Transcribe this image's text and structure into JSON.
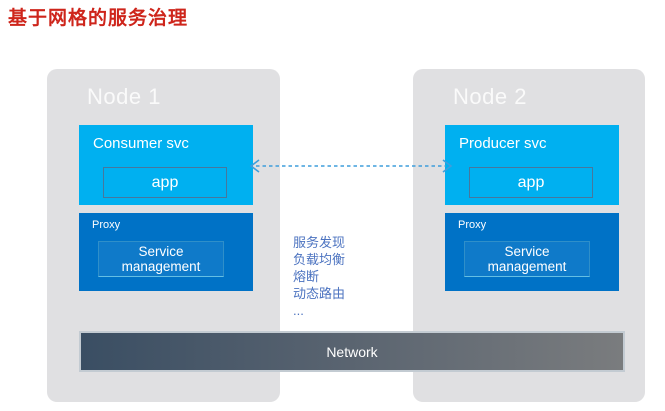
{
  "title": "基于网格的服务治理",
  "nodes": [
    {
      "label": "Node 1",
      "service": {
        "title": "Consumer svc",
        "inner": "app"
      },
      "proxy": {
        "title": "Proxy",
        "inner": "Service management"
      }
    },
    {
      "label": "Node 2",
      "service": {
        "title": "Producer svc",
        "inner": "app"
      },
      "proxy": {
        "title": "Proxy",
        "inner": "Service management"
      }
    }
  ],
  "features": [
    "服务发现",
    "负载均衡",
    "熔断",
    "动态路由",
    "..."
  ],
  "network": {
    "label": "Network"
  },
  "arrow": {
    "style": "dashed",
    "direction": "both"
  },
  "colors": {
    "title_red": "#CE251B",
    "node_gray": "#E0E0E2",
    "service_blue": "#00B0F0",
    "proxy_blue": "#0072C6",
    "arrow_blue": "#3E9EDB",
    "feature_text_blue": "#4C73C0",
    "network_gradient_left": "#3A4E63",
    "network_gradient_right": "#7A7C7E",
    "network_border": "#C3CBD2"
  }
}
